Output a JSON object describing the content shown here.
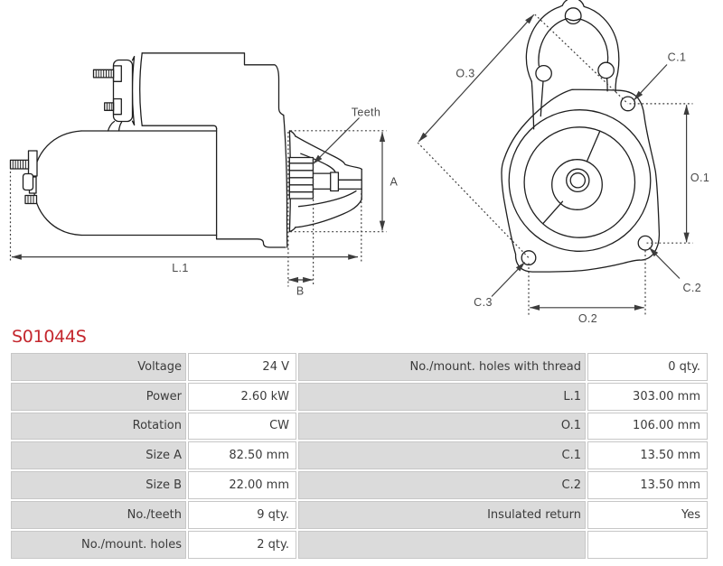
{
  "page": {
    "title": "S01044S"
  },
  "drawing": {
    "side_view_labels": {
      "teeth": "Teeth",
      "length": "L.1",
      "size_a": "A",
      "size_b": "B"
    },
    "front_view_labels": {
      "o3": "O.3",
      "c1": "C.1",
      "o1": "O.1",
      "c2": "C.2",
      "c3": "C.3",
      "o2": "O.2"
    },
    "colors": {
      "outline": "#1f1f1f",
      "dimension": "#3c3c3c"
    }
  },
  "table": {
    "colors": {
      "label_bg": "#dbdbdb",
      "value_bg": "#ffffff",
      "border": "#c7c7c7",
      "text": "#3b3b3b"
    },
    "rows": [
      {
        "label1": "Voltage",
        "value1": "24 V",
        "label2": "No./mount. holes with thread",
        "value2": "0 qty."
      },
      {
        "label1": "Power",
        "value1": "2.60 kW",
        "label2": "L.1",
        "value2": "303.00 mm"
      },
      {
        "label1": "Rotation",
        "value1": "CW",
        "label2": "O.1",
        "value2": "106.00 mm"
      },
      {
        "label1": "Size A",
        "value1": "82.50 mm",
        "label2": "C.1",
        "value2": "13.50 mm"
      },
      {
        "label1": "Size B",
        "value1": "22.00 mm",
        "label2": "C.2",
        "value2": "13.50 mm"
      },
      {
        "label1": "No./teeth",
        "value1": "9 qty.",
        "label2": "Insulated return",
        "value2": "Yes"
      },
      {
        "label1": "No./mount. holes",
        "value1": "2 qty.",
        "label2": "",
        "value2": ""
      }
    ]
  }
}
